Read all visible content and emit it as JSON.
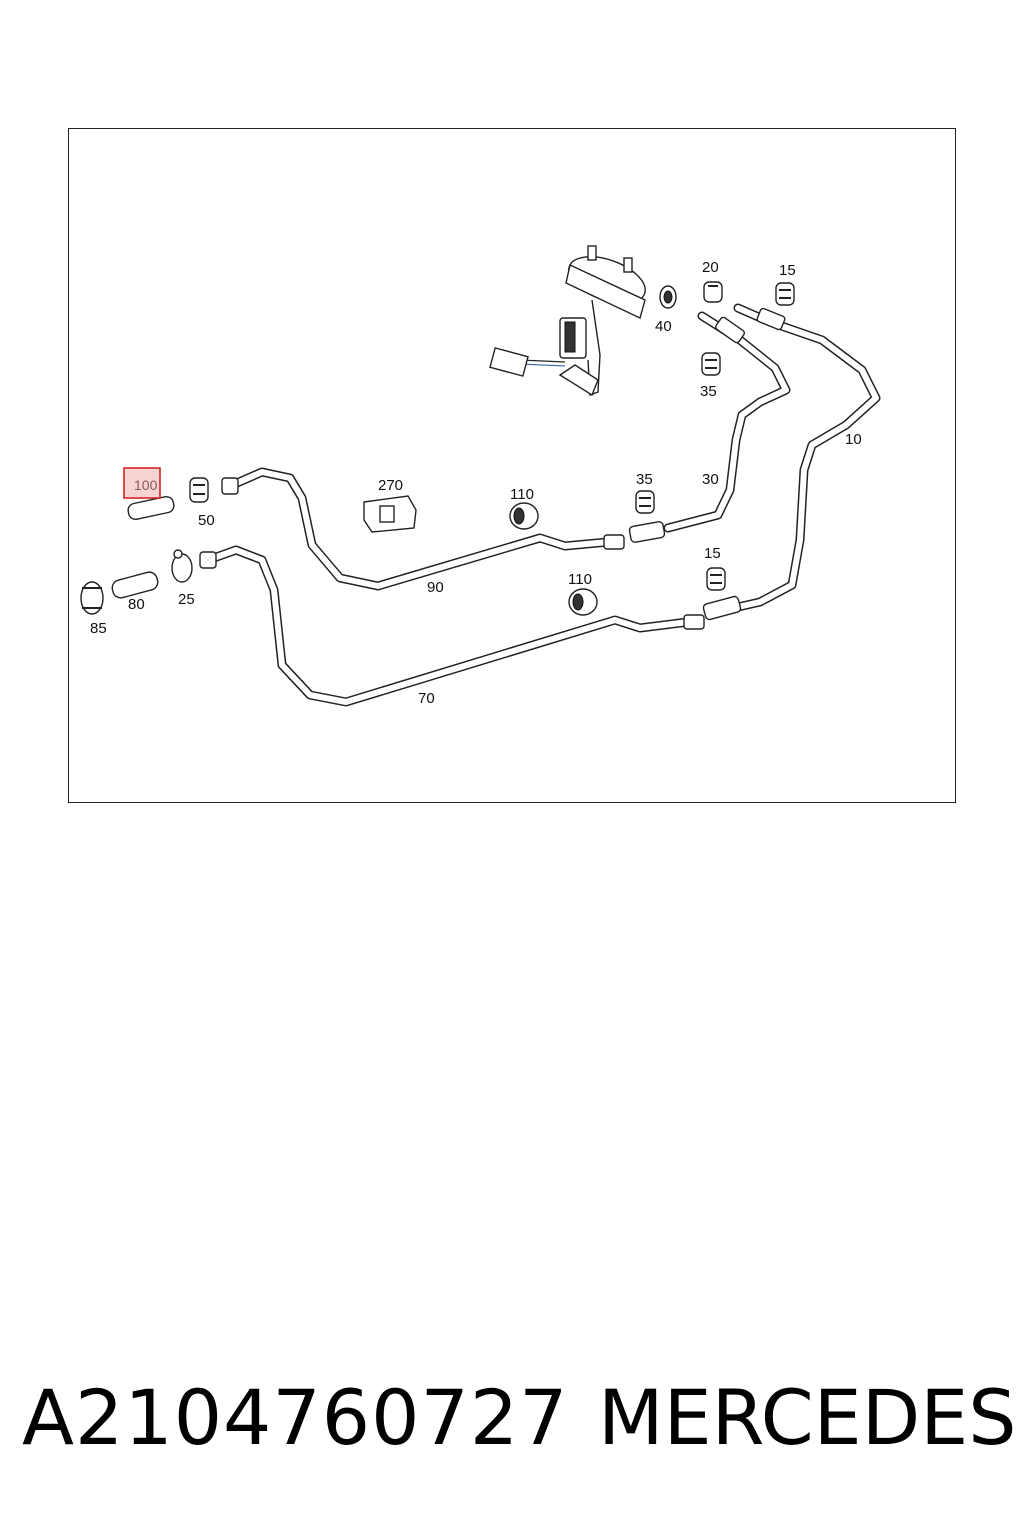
{
  "diagram": {
    "highlighted_part": "100",
    "callouts": {
      "c10": "10",
      "c15a": "15",
      "c15b": "15",
      "c20": "20",
      "c25": "25",
      "c30": "30",
      "c35a": "35",
      "c35b": "35",
      "c40": "40",
      "c50": "50",
      "c70": "70",
      "c80": "80",
      "c85": "85",
      "c90": "90",
      "c110a": "110",
      "c110b": "110",
      "c270": "270"
    }
  },
  "footer": {
    "part_number": "A2104760727",
    "brand": "MERCEDES"
  }
}
